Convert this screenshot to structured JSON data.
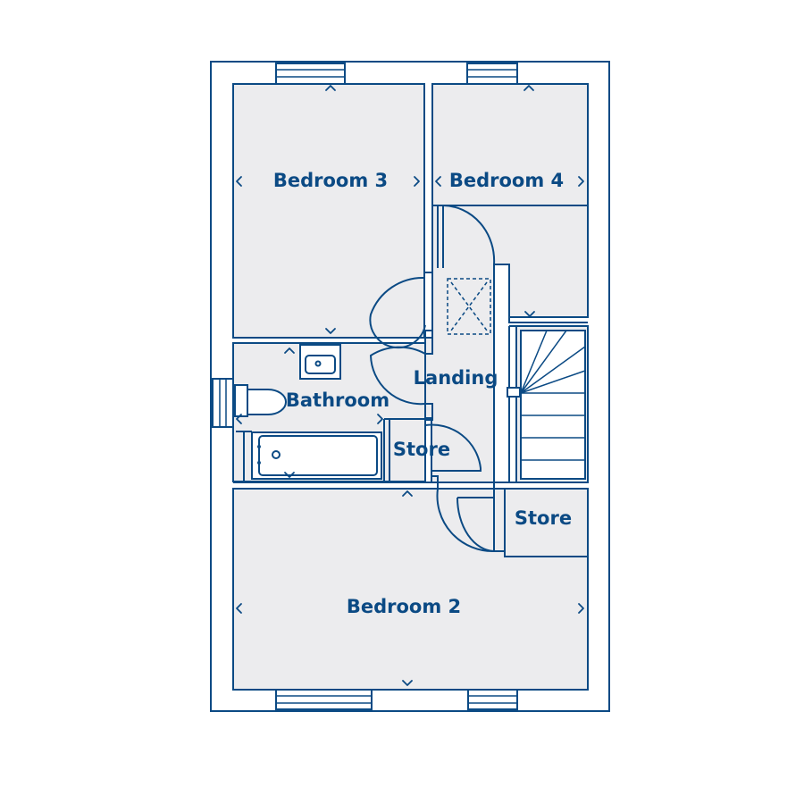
{
  "rooms": {
    "bedroom_3": "Bedroom 3",
    "bedroom_4": "Bedroom 4",
    "bathroom": "Bathroom",
    "landing": "Landing",
    "store_landing": "Store",
    "store_stairs": "Store",
    "bedroom_2": "Bedroom 2"
  },
  "colors": {
    "line": "#0b4a84",
    "floor": "#ececee",
    "background": "#ffffff"
  }
}
